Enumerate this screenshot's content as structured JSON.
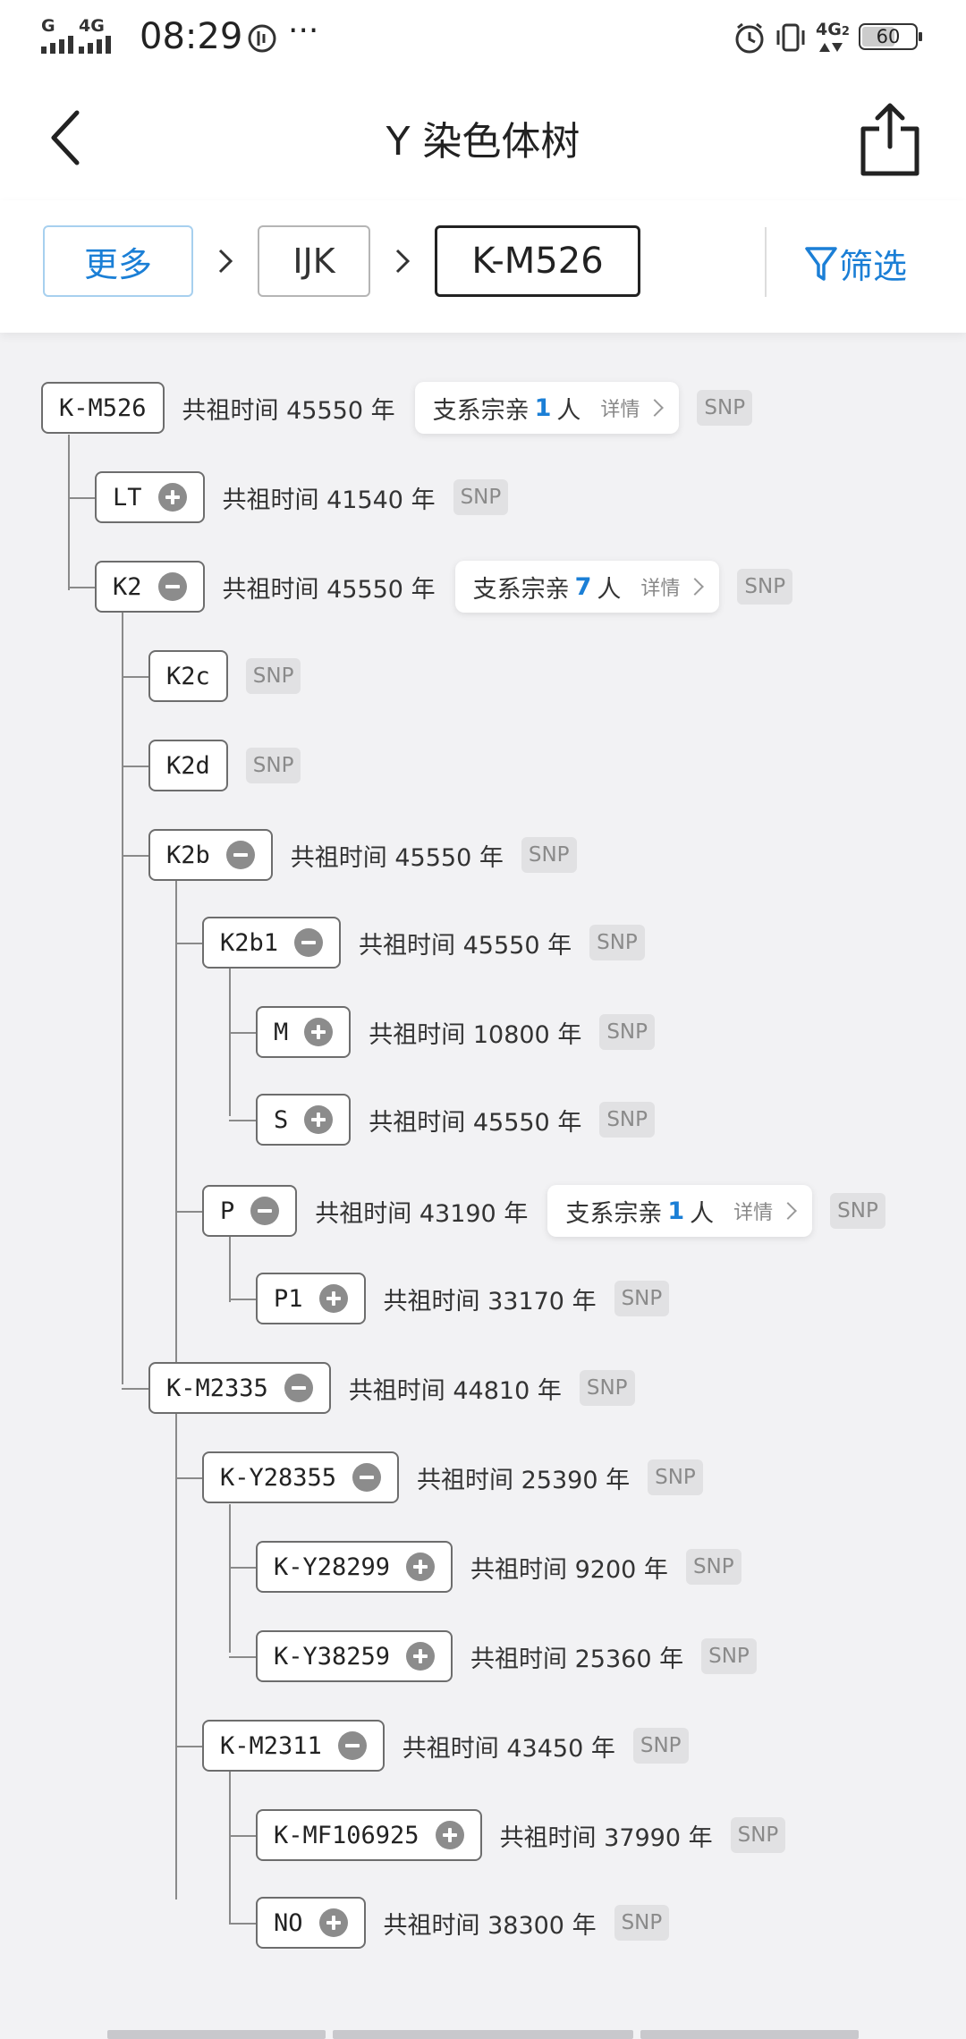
{
  "status_bar": {
    "time": "08:29",
    "net1": "4G",
    "net2": "4G",
    "sim_label": "G",
    "net2_sub": "2",
    "dots": "···",
    "battery": "60"
  },
  "header": {
    "title": "Y 染色体树"
  },
  "breadcrumb": {
    "items": [
      {
        "label": "更多"
      },
      {
        "label": "IJK"
      },
      {
        "label": "K-M526"
      }
    ],
    "filter_label": "筛选"
  },
  "tree": {
    "rows": [
      {
        "name": "K-M526",
        "toggle": "none",
        "age": "共祖时间 45550 年",
        "kin": {
          "prefix": "支系宗亲",
          "count": "1",
          "suffix": "人",
          "detail": "详情"
        },
        "snp": "SNP"
      },
      {
        "name": "LT",
        "toggle": "plus",
        "age": "共祖时间 41540 年",
        "snp": "SNP"
      },
      {
        "name": "K2",
        "toggle": "minus",
        "age": "共祖时间 45550 年",
        "kin": {
          "prefix": "支系宗亲",
          "count": "7",
          "suffix": "人",
          "detail": "详情"
        },
        "snp": "SNP"
      },
      {
        "name": "K2c",
        "toggle": "none",
        "age": "",
        "snp": "SNP"
      },
      {
        "name": "K2d",
        "toggle": "none",
        "age": "",
        "snp": "SNP"
      },
      {
        "name": "K2b",
        "toggle": "minus",
        "age": "共祖时间 45550 年",
        "snp": "SNP"
      },
      {
        "name": "K2b1",
        "toggle": "minus",
        "age": "共祖时间 45550 年",
        "snp": "SNP"
      },
      {
        "name": "M",
        "toggle": "plus",
        "age": "共祖时间 10800 年",
        "snp": "SNP"
      },
      {
        "name": "S",
        "toggle": "plus",
        "age": "共祖时间 45550 年",
        "snp": "SNP"
      },
      {
        "name": "P",
        "toggle": "minus",
        "age": "共祖时间 43190 年",
        "kin": {
          "prefix": "支系宗亲",
          "count": "1",
          "suffix": "人",
          "detail": "详情"
        },
        "snp": "SNP"
      },
      {
        "name": "P1",
        "toggle": "plus",
        "age": "共祖时间 33170 年",
        "snp": "SNP"
      },
      {
        "name": "K-M2335",
        "toggle": "minus",
        "age": "共祖时间 44810 年",
        "snp": "SNP"
      },
      {
        "name": "K-Y28355",
        "toggle": "minus",
        "age": "共祖时间 25390 年",
        "snp": "SNP"
      },
      {
        "name": "K-Y28299",
        "toggle": "plus",
        "age": "共祖时间 9200 年",
        "snp": "SNP"
      },
      {
        "name": "K-Y38259",
        "toggle": "plus",
        "age": "共祖时间 25360 年",
        "snp": "SNP"
      },
      {
        "name": "K-M2311",
        "toggle": "minus",
        "age": "共祖时间 43450 年",
        "snp": "SNP"
      },
      {
        "name": "K-MF106925",
        "toggle": "plus",
        "age": "共祖时间 37990 年",
        "snp": "SNP"
      },
      {
        "name": "NO",
        "toggle": "plus",
        "age": "共祖时间 38300 年",
        "snp": "SNP"
      }
    ]
  },
  "colors": {
    "accent": "#1b7fd6",
    "line": "#8a8a8a",
    "background": "#f2f2f4"
  },
  "icons": [
    "back-arrow-icon",
    "share-icon",
    "chevron-right-icon",
    "filter-icon",
    "plus-circle-icon",
    "minus-circle-icon",
    "alarm-icon",
    "vibrate-icon",
    "battery-icon",
    "signal-icon"
  ]
}
